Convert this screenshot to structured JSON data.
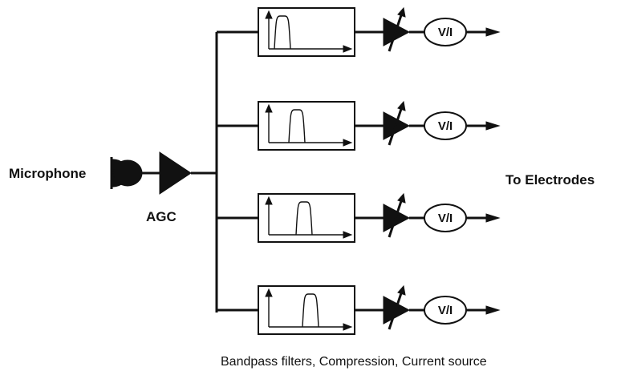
{
  "labels": {
    "microphone": "Microphone",
    "agc": "AGC",
    "to_electrodes": "To Electrodes",
    "caption": "Bandpass filters, Compression, Current source"
  },
  "channels": [
    {
      "converter_label": "V/I"
    },
    {
      "converter_label": "V/I"
    },
    {
      "converter_label": "V/I"
    },
    {
      "converter_label": "V/I"
    }
  ]
}
